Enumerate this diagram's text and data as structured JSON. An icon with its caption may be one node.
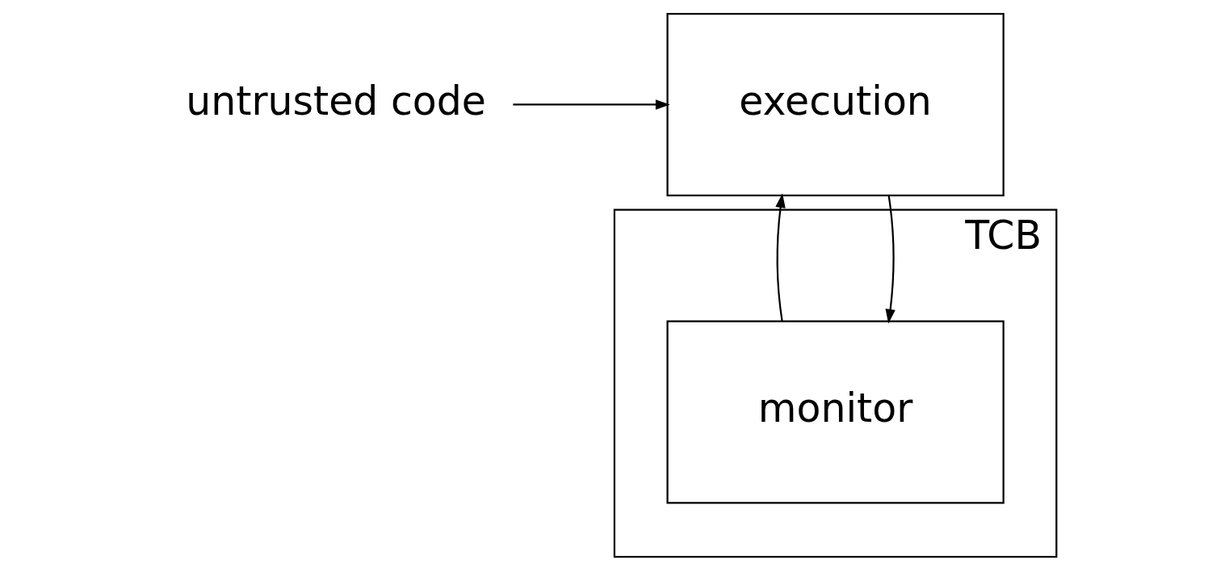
{
  "diagram": {
    "nodes": [
      {
        "text": [
          "untrusted code"
        ]
      },
      {
        "text": [
          "execution"
        ]
      },
      {
        "text": [
          "TCB"
        ]
      },
      {
        "text": [
          "monitor"
        ],
        "in": 2
      }
    ],
    "edges": [
      {
        "from": 0,
        "to": 1,
        "arrow": "to"
      },
      {
        "from": 3,
        "to": 1,
        "arrow": "to"
      },
      {
        "from": 1,
        "to": 3,
        "arrow": "to"
      }
    ]
  }
}
